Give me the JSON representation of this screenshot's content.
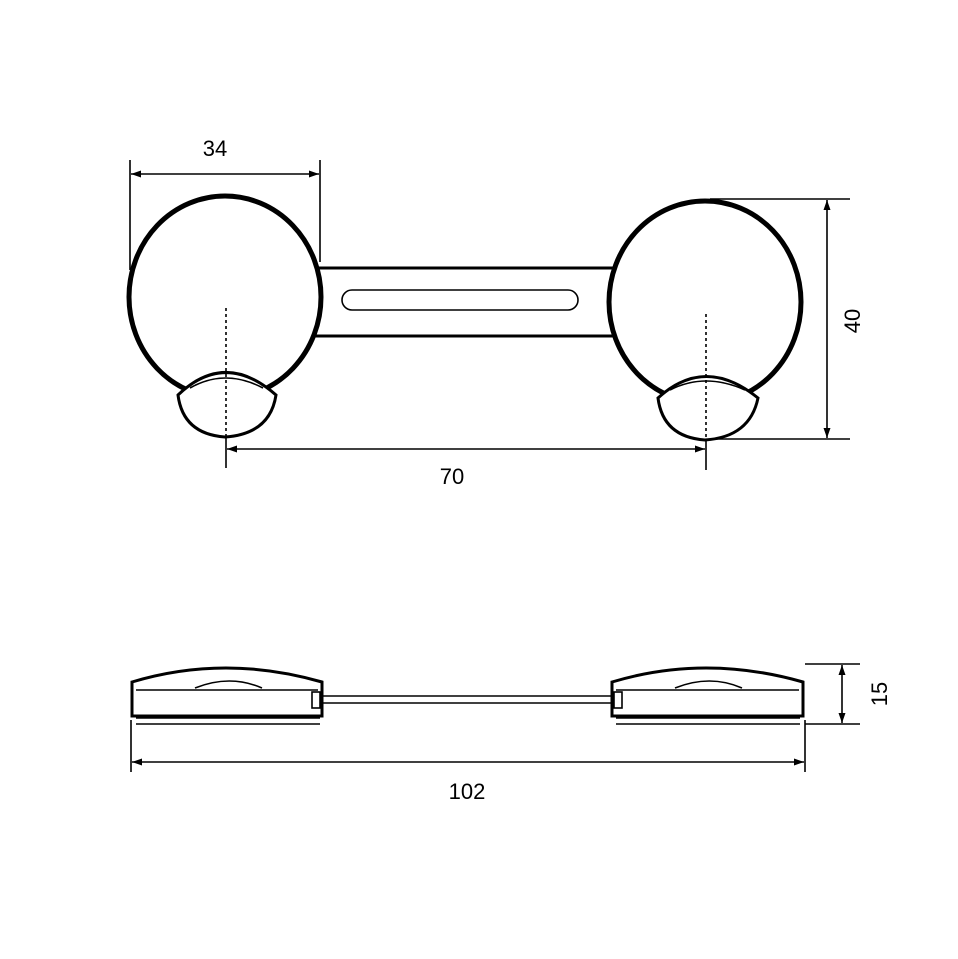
{
  "dimensions": {
    "top_view": {
      "knob_width": "34",
      "knob_height": "40",
      "center_distance": "70"
    },
    "side_view": {
      "thickness": "15",
      "overall_length": "102"
    }
  },
  "colors": {
    "line": "#000000",
    "background": "#ffffff"
  }
}
